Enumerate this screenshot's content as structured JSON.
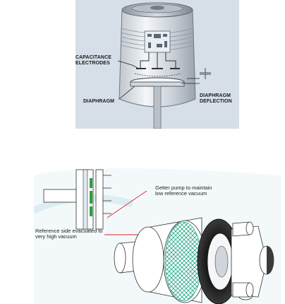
{
  "top_diagram": {
    "labels": {
      "capacitance_line1": "CAPACITANCE",
      "capacitance_line2": "ELECTRODES",
      "diaphragm": "DIAPHRAGM",
      "deflection_line1": "DIAPHRAGM",
      "deflection_line2": "DEFLECTION"
    }
  },
  "bottom_diagram": {
    "labels": {
      "getter_line1": "Getter pump to maintain",
      "getter_line2": "low reference vacuum",
      "reference_line1": "Reference side evacuated to",
      "reference_line2": "very high vacuum"
    },
    "colors": {
      "leader_line": "#d62828",
      "mesh": "#2aa889",
      "electrode": "#2e9e3e"
    }
  }
}
